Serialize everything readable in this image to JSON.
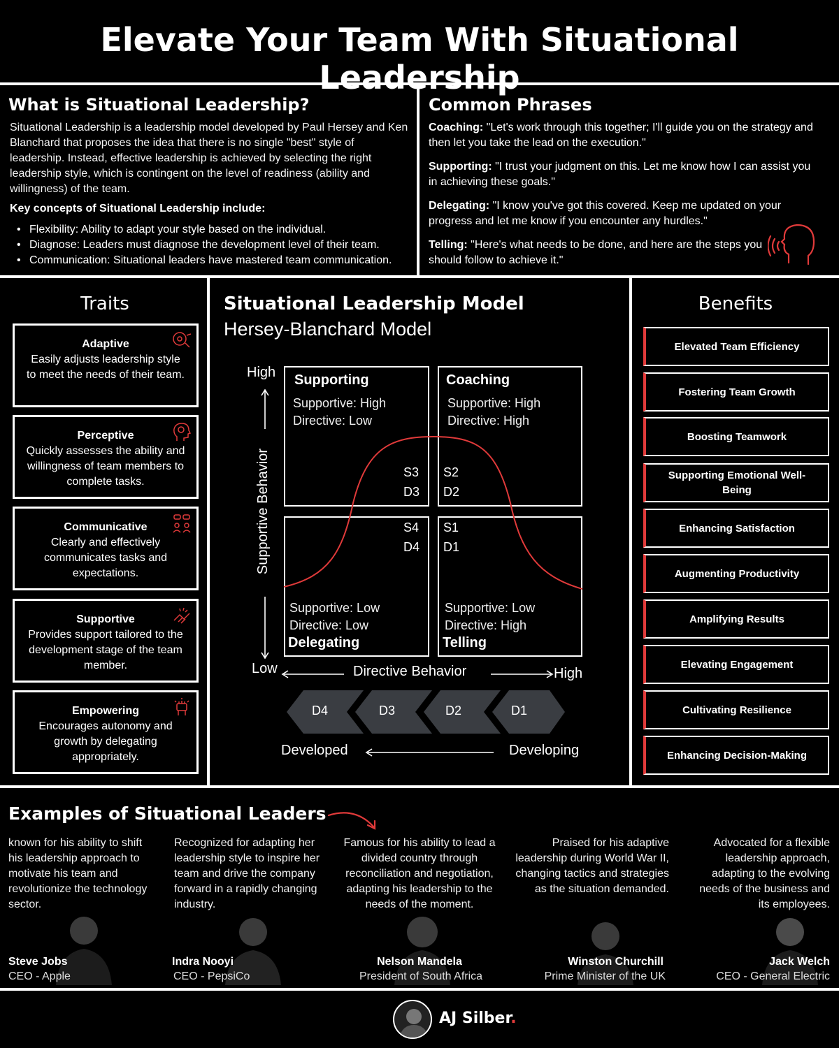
{
  "title": "Elevate Your Team With Situational Leadership",
  "what": {
    "heading": "What is Situational Leadership?",
    "body": "Situational Leadership is a leadership model developed by Paul Hersey and Ken Blanchard that proposes the idea that there is no single \"best\" style of leadership. Instead, effective leadership is achieved by selecting the right leadership style, which is contingent on the level of readiness (ability and willingness) of the team.",
    "concepts_heading": "Key concepts of Situational Leadership include:",
    "concepts": [
      "Flexibility: Ability to adapt your style based on the individual.",
      "Diagnose: Leaders must diagnose the development level of their team.",
      "Communication: Situational leaders have mastered team communication."
    ]
  },
  "phrases": {
    "heading": "Common Phrases",
    "items": [
      {
        "label": "Coaching:",
        "text": " \"Let's work through this together; I'll guide you on the strategy and then let you take the lead on the execution.\""
      },
      {
        "label": "Supporting:",
        "text": " \"I trust your judgment on this. Let me know how I can assist you in achieving these goals.\""
      },
      {
        "label": "Delegating:",
        "text": " \"I know you've got this covered. Keep me updated on your progress and let me know if you encounter any hurdles.\""
      },
      {
        "label": "Telling:",
        "text": " \"Here's what needs to be done, and here are the steps you should follow to achieve it.\""
      }
    ]
  },
  "traits": {
    "heading": "Traits",
    "items": [
      {
        "name": "Adaptive",
        "desc": "Easily adjusts leadership style to meet the needs of their team."
      },
      {
        "name": "Perceptive",
        "desc": "Quickly assesses the ability and willingness of team members to complete tasks."
      },
      {
        "name": "Communicative",
        "desc": "Clearly and effectively communicates tasks and expectations."
      },
      {
        "name": "Supportive",
        "desc": "Provides support tailored to the development stage of the team member."
      },
      {
        "name": "Empowering",
        "desc": "Encourages autonomy and growth by delegating appropriately."
      }
    ]
  },
  "model": {
    "heading": "Situational Leadership Model",
    "subheading": "Hersey-Blanchard Model",
    "y_high": "High",
    "y_low": "Low",
    "y_axis": "Supportive Behavior",
    "x_axis": "Directive Behavior",
    "x_high": "High",
    "quadrants": {
      "supporting": {
        "label": "Supporting",
        "line1": "Supportive: High",
        "line2": "Directive: Low",
        "s": "S3",
        "d": "D3"
      },
      "coaching": {
        "label": "Coaching",
        "line1": "Supportive: High",
        "line2": "Directive: High",
        "s": "S2",
        "d": "D2"
      },
      "delegating": {
        "label": "Delegating",
        "line1": "Supportive: Low",
        "line2": "Directive: Low",
        "s": "S4",
        "d": "D4"
      },
      "telling": {
        "label": "Telling",
        "line1": "Supportive: Low",
        "line2": "Directive: High",
        "s": "S1",
        "d": "D1"
      }
    },
    "levels": [
      "D4",
      "D3",
      "D2",
      "D1"
    ],
    "developed": "Developed",
    "developing": "Developing",
    "curve_color": "#e03a3a"
  },
  "benefits": {
    "heading": "Benefits",
    "items": [
      "Elevated Team Efficiency",
      "Fostering Team Growth",
      "Boosting Teamwork",
      "Supporting Emotional Well-Being",
      "Enhancing Satisfaction",
      "Augmenting Productivity",
      "Amplifying Results",
      "Elevating Engagement",
      "Cultivating Resilience",
      "Enhancing Decision-Making"
    ]
  },
  "examples": {
    "heading": "Examples of Situational Leaders",
    "items": [
      {
        "desc": "known for his ability to shift his leadership approach to motivate his team and revolutionize the technology sector.",
        "name": "Steve Jobs",
        "role": "CEO - Apple"
      },
      {
        "desc": "Recognized for adapting her leadership style to inspire her team and drive the company forward in a rapidly changing industry.",
        "name": "Indra Nooyi",
        "role": "CEO - PepsiCo"
      },
      {
        "desc": "Famous for his ability to lead a divided country through reconciliation and negotiation, adapting his leadership to the needs of the moment.",
        "name": "Nelson Mandela",
        "role": "President of South Africa"
      },
      {
        "desc": "Praised for his adaptive leadership during World War II, changing tactics and strategies as the situation demanded.",
        "name": "Winston Churchill",
        "role": "Prime Minister of the UK"
      },
      {
        "desc": "Advocated for a flexible leadership approach, adapting to the evolving needs of the business and its employees.",
        "name": "Jack Welch",
        "role": "CEO - General Electric"
      }
    ]
  },
  "footer": {
    "brand": "AJ Silber",
    "dot": ".",
    "accent": "#e03a3a"
  }
}
